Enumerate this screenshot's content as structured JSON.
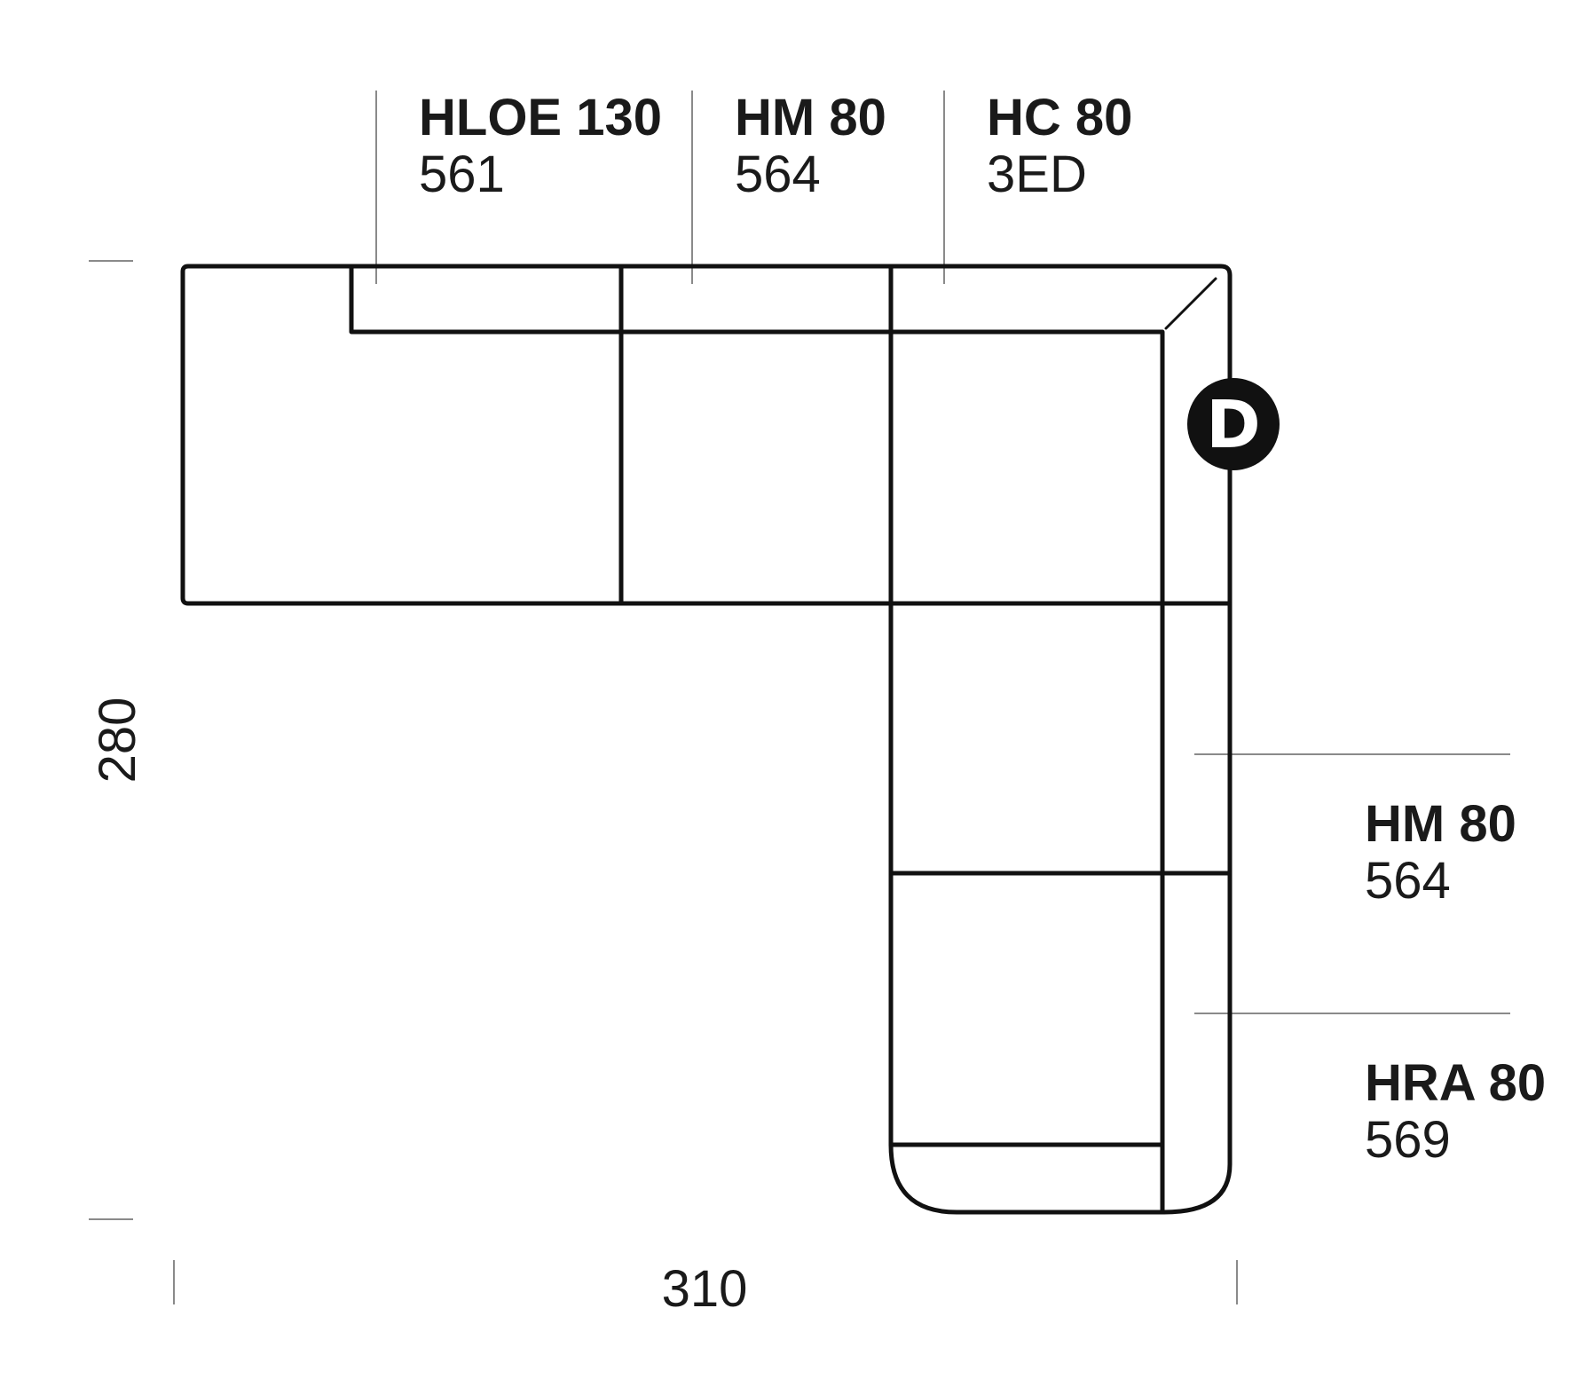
{
  "labels": {
    "hloe": {
      "code": "HLOE 130",
      "number": "561"
    },
    "hm_top": {
      "code": "HM 80",
      "number": "564"
    },
    "hc": {
      "code": "HC 80",
      "number": "3ED"
    },
    "hm_right": {
      "code": "HM 80",
      "number": "564"
    },
    "hra": {
      "code": "HRA 80",
      "number": "569"
    }
  },
  "dimensions": {
    "height": "280",
    "width": "310"
  },
  "badge": {
    "letter": "D",
    "color": "#111111"
  },
  "colors": {
    "outline": "#111111",
    "leader": "#8a8a8a"
  }
}
